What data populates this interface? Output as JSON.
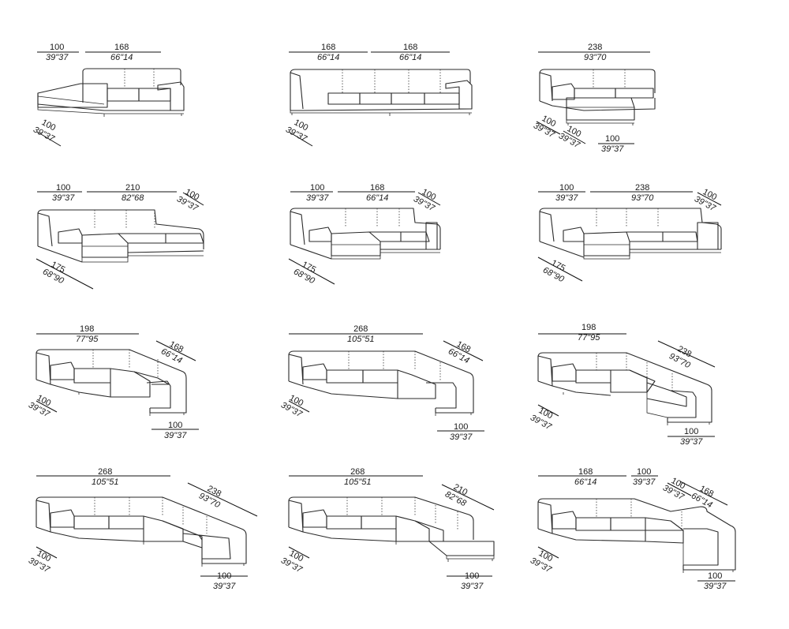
{
  "cells": [
    {
      "dims": [
        {
          "cm": "100",
          "in": "39\"37"
        },
        {
          "cm": "168",
          "in": "66\"14"
        },
        {
          "cm": "100",
          "in": "39\"37"
        }
      ]
    },
    {
      "dims": [
        {
          "cm": "168",
          "in": "66\"14"
        },
        {
          "cm": "168",
          "in": "66\"14"
        },
        {
          "cm": "100",
          "in": "39\"37"
        }
      ]
    },
    {
      "dims": [
        {
          "cm": "238",
          "in": "93\"70"
        },
        {
          "cm": "100",
          "in": "39\"37"
        },
        {
          "cm": "100",
          "in": "39\"37"
        },
        {
          "cm": "100",
          "in": "39\"37"
        }
      ]
    },
    {
      "dims": [
        {
          "cm": "100",
          "in": "39\"37"
        },
        {
          "cm": "210",
          "in": "82\"68"
        },
        {
          "cm": "100",
          "in": "39\"37"
        },
        {
          "cm": "175",
          "in": "68\"90"
        }
      ]
    },
    {
      "dims": [
        {
          "cm": "100",
          "in": "39\"37"
        },
        {
          "cm": "168",
          "in": "66\"14"
        },
        {
          "cm": "100",
          "in": "39\"37"
        },
        {
          "cm": "175",
          "in": "68\"90"
        }
      ]
    },
    {
      "dims": [
        {
          "cm": "100",
          "in": "39\"37"
        },
        {
          "cm": "238",
          "in": "93\"70"
        },
        {
          "cm": "100",
          "in": "39\"37"
        },
        {
          "cm": "175",
          "in": "68\"90"
        }
      ]
    },
    {
      "dims": [
        {
          "cm": "198",
          "in": "77\"95"
        },
        {
          "cm": "168",
          "in": "66\"14"
        },
        {
          "cm": "100",
          "in": "39\"37"
        },
        {
          "cm": "100",
          "in": "39\"37"
        }
      ]
    },
    {
      "dims": [
        {
          "cm": "268",
          "in": "105\"51"
        },
        {
          "cm": "168",
          "in": "66\"14"
        },
        {
          "cm": "100",
          "in": "39\"37"
        },
        {
          "cm": "100",
          "in": "39\"37"
        }
      ]
    },
    {
      "dims": [
        {
          "cm": "198",
          "in": "77\"95"
        },
        {
          "cm": "238",
          "in": "93\"70"
        },
        {
          "cm": "100",
          "in": "39\"37"
        },
        {
          "cm": "100",
          "in": "39\"37"
        }
      ]
    },
    {
      "dims": [
        {
          "cm": "268",
          "in": "105\"51"
        },
        {
          "cm": "238",
          "in": "93\"70"
        },
        {
          "cm": "100",
          "in": "39\"37"
        },
        {
          "cm": "100",
          "in": "39\"37"
        }
      ]
    },
    {
      "dims": [
        {
          "cm": "268",
          "in": "105\"51"
        },
        {
          "cm": "210",
          "in": "82\"68"
        },
        {
          "cm": "100",
          "in": "39\"37"
        },
        {
          "cm": "100",
          "in": "39\"37"
        }
      ]
    },
    {
      "dims": [
        {
          "cm": "168",
          "in": "66\"14"
        },
        {
          "cm": "100",
          "in": "39\"37"
        },
        {
          "cm": "100",
          "in": "39\"37"
        },
        {
          "cm": "168",
          "in": "66\"14"
        },
        {
          "cm": "100",
          "in": "39\"37"
        },
        {
          "cm": "100",
          "in": "39\"37"
        }
      ]
    }
  ]
}
